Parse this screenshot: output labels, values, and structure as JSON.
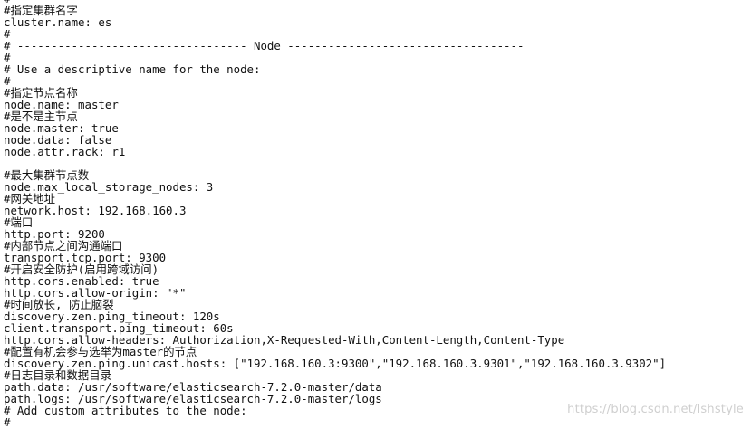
{
  "editor": {
    "lines": [
      "#",
      "#指定集群名字",
      "cluster.name: es",
      "#",
      "# ---------------------------------- Node -----------------------------------",
      "#",
      "# Use a descriptive name for the node:",
      "#",
      "#指定节点名称",
      "node.name: master",
      "#是不是主节点",
      "node.master: true",
      "node.data: false",
      "node.attr.rack: r1",
      "",
      "#最大集群节点数",
      "node.max_local_storage_nodes: 3",
      "#网关地址",
      "network.host: 192.168.160.3",
      "#端口",
      "http.port: 9200",
      "#内部节点之间沟通端口",
      "transport.tcp.port: 9300",
      "#开启安全防护(启用跨域访问)",
      "http.cors.enabled: true",
      "http.cors.allow-origin: \"*\"",
      "#时间放长, 防止脑裂",
      "discovery.zen.ping_timeout: 120s",
      "client.transport.ping_timeout: 60s",
      "http.cors.allow-headers: Authorization,X-Requested-With,Content-Length,Content-Type",
      "#配置有机会参与选举为master的节点",
      "discovery.zen.ping.unicast.hosts: [\"192.168.160.3:9300\",\"192.168.160.3.9301\",\"192.168.160.3.9302\"]",
      "#日志目录和数据目录",
      "path.data: /usr/software/elasticsearch-7.2.0-master/data",
      "path.logs: /usr/software/elasticsearch-7.2.0-master/logs",
      "# Add custom attributes to the node:",
      "#"
    ]
  },
  "watermark": {
    "text": "https://blog.csdn.net/lshstyle"
  }
}
